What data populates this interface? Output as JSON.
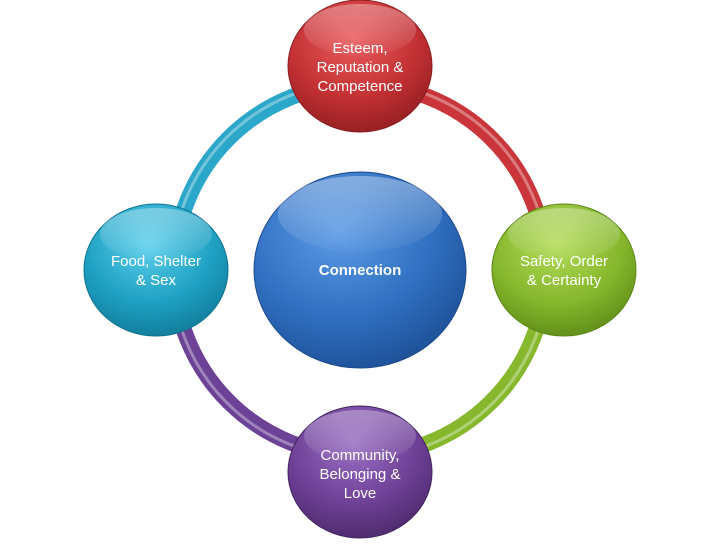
{
  "diagram": {
    "center": {
      "label": "Connection",
      "color": "#2f6fc0"
    },
    "nodes": [
      {
        "id": "top",
        "label": "Esteem,\nReputation &\nCompetence",
        "color": "#c23033"
      },
      {
        "id": "right",
        "label": "Safety, Order\n& Certainty",
        "color": "#86b72c"
      },
      {
        "id": "bottom",
        "label": "Community,\nBelonging &\nLove",
        "color": "#6d3f95"
      },
      {
        "id": "left",
        "label": "Food, Shelter\n& Sex",
        "color": "#1ea0c3"
      }
    ],
    "ring_segments": [
      {
        "id": "top-to-right",
        "color": "#c9353a"
      },
      {
        "id": "right-to-bottom",
        "color": "#86b72c"
      },
      {
        "id": "bottom-to-left",
        "color": "#6b4295"
      },
      {
        "id": "left-to-top",
        "color": "#2aa7c9"
      }
    ]
  }
}
